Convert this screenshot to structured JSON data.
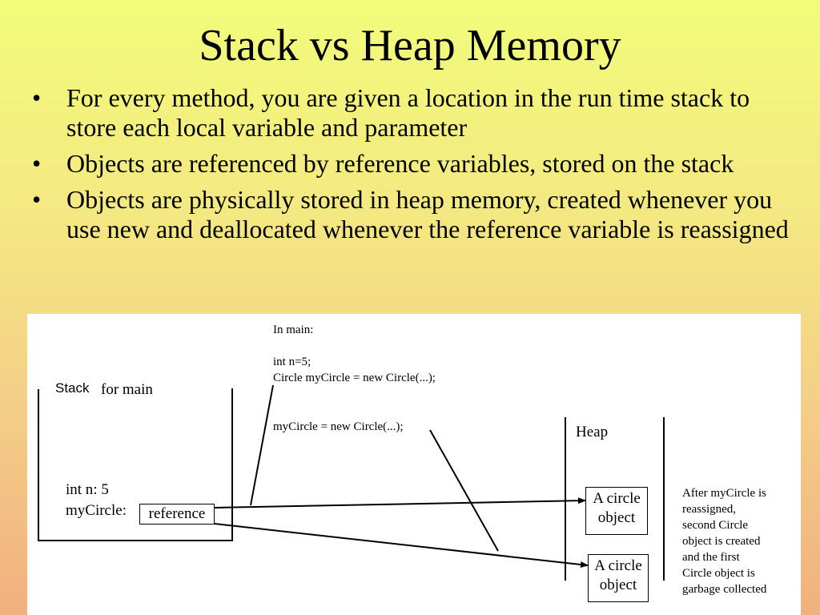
{
  "slide": {
    "title": "Stack vs Heap Memory",
    "bullet_glyph": "•",
    "bullets": [
      "For every method, you are given a location in the run time stack to store each local variable and parameter",
      "Objects are referenced by reference variables, stored on the stack",
      "Objects are physically stored in heap memory, created whenever you use new and deallocated whenever the reference variable is reassigned"
    ]
  },
  "diagram": {
    "code": {
      "header": "In main:",
      "line1": "int n=5;",
      "line2": "Circle myCircle = new Circle(...);",
      "line3": "myCircle = new Circle(...);"
    },
    "stack": {
      "label": "Stack",
      "label_suffix": "for main",
      "var_n": "int  n:  5",
      "var_circle": "myCircle:",
      "reference": "reference"
    },
    "heap": {
      "label": "Heap",
      "object1": [
        "A circle",
        "object"
      ],
      "object2": [
        "A circle",
        "object"
      ]
    },
    "note": [
      "After myCircle is",
      "reassigned,",
      "second Circle",
      "object is created",
      "and the first",
      "Circle object is",
      "garbage collected"
    ]
  }
}
